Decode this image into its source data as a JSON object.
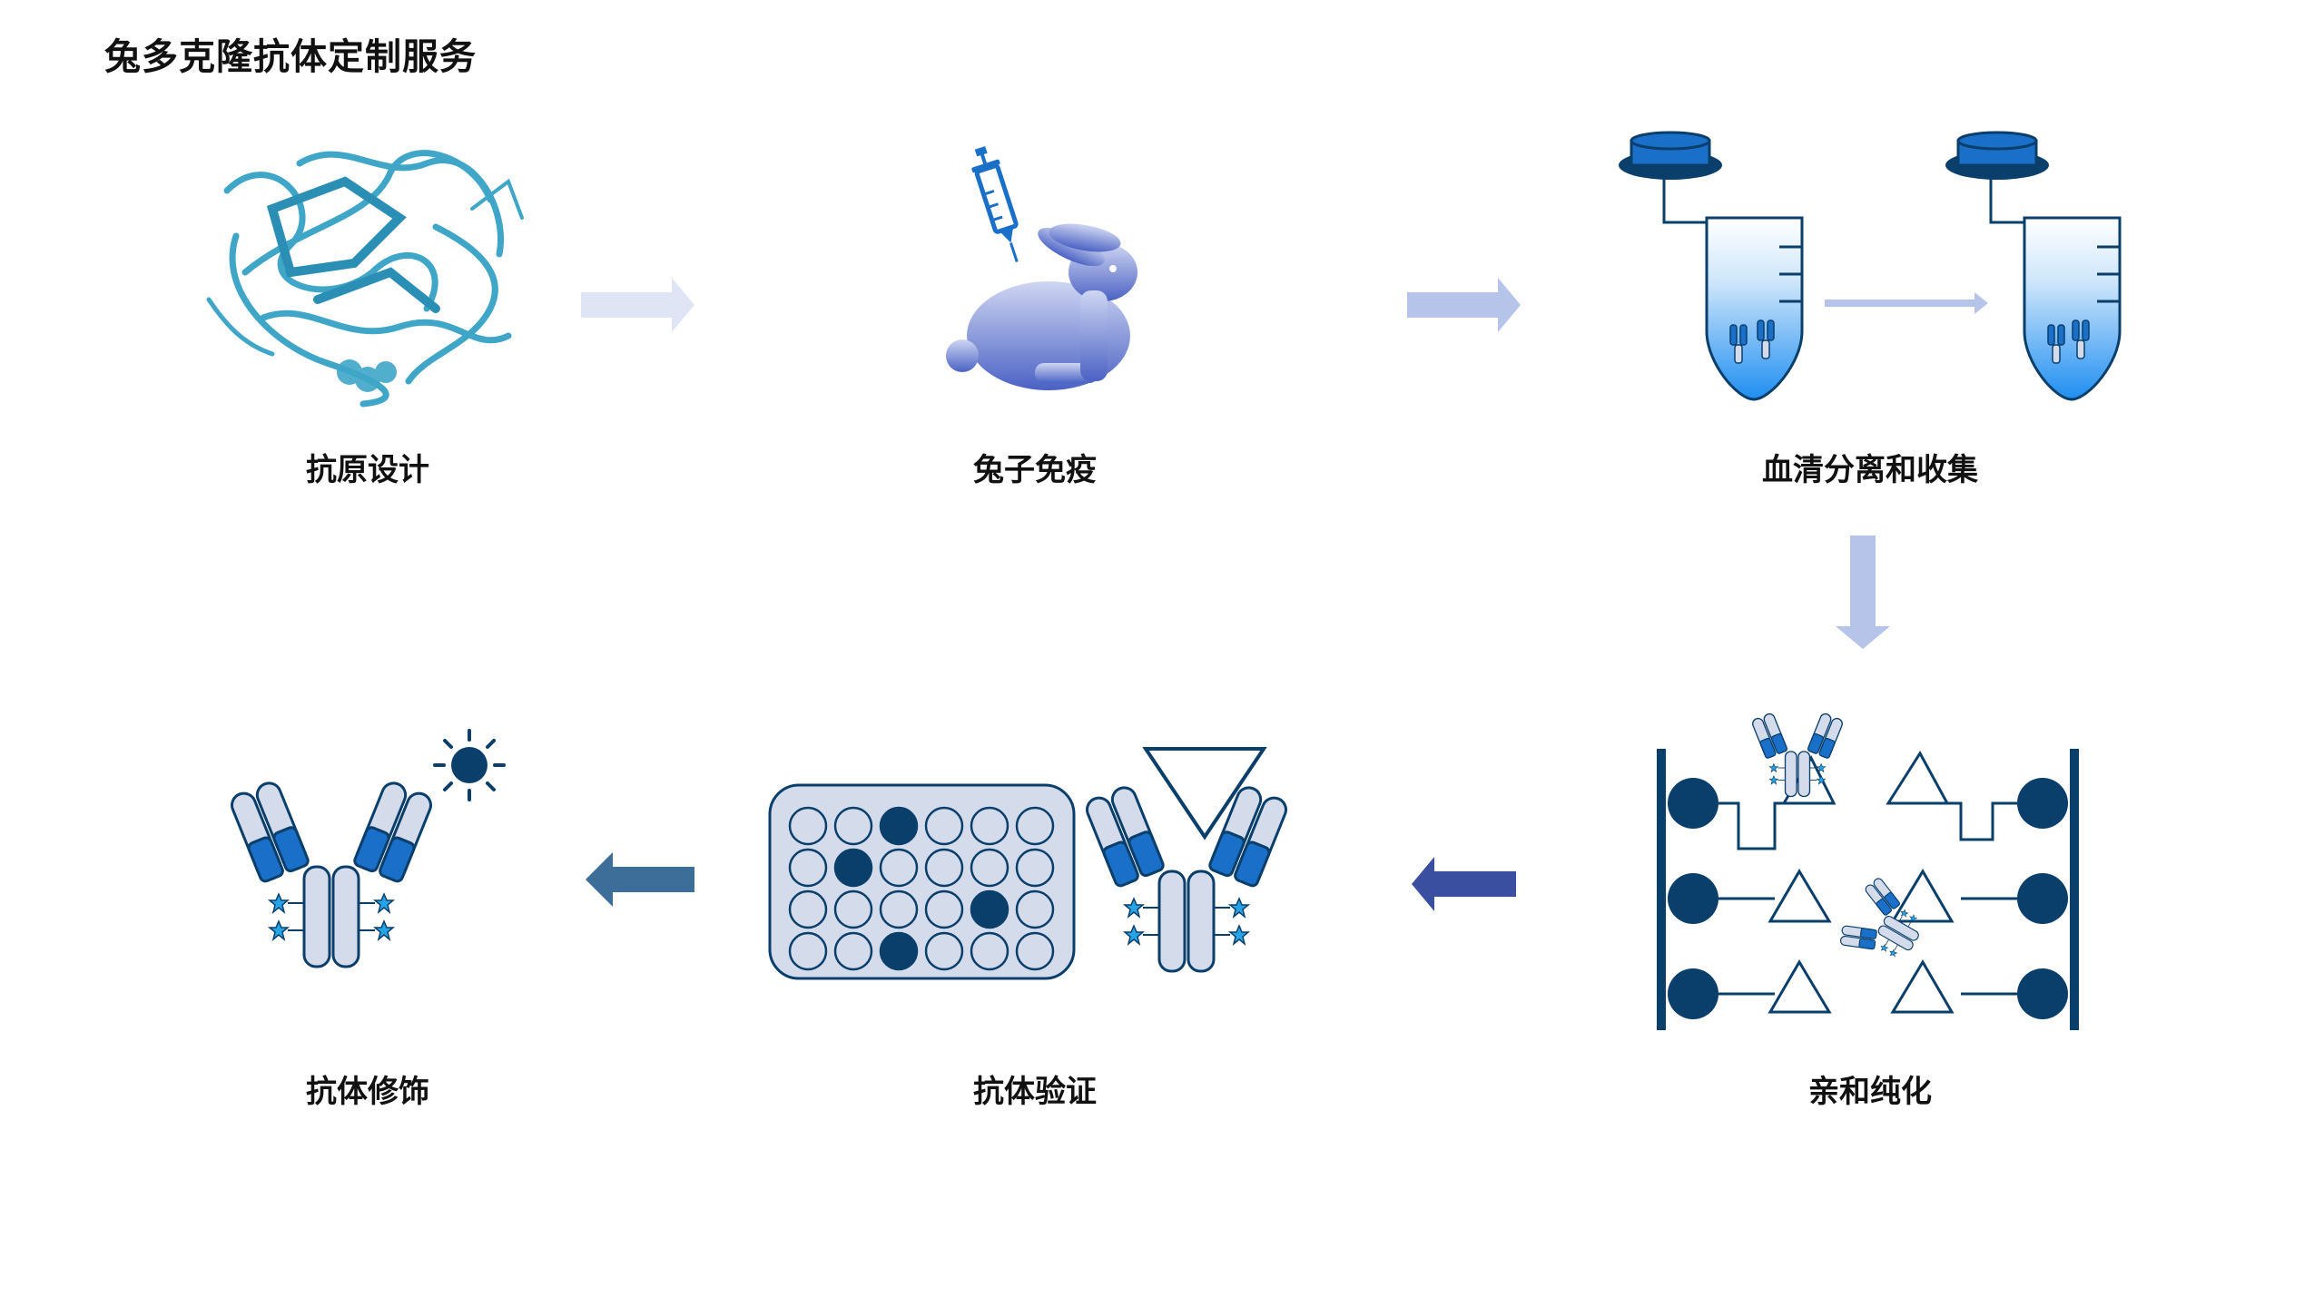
{
  "title": "兔多克隆抗体定制服务",
  "steps": [
    {
      "label": "抗原设计"
    },
    {
      "label": "兔子免疫"
    },
    {
      "label": "血清分离和收集"
    },
    {
      "label": "亲和纯化"
    },
    {
      "label": "抗体验证"
    },
    {
      "label": "抗体修饰"
    }
  ],
  "colors": {
    "dark_navy": "#0b3f6b",
    "blue": "#1a6fc8",
    "light_blue": "#d4dcec",
    "protein": "#3fa6c8",
    "arrow_light": "#dfe5f4",
    "arrow_mid": "#b7c4ea",
    "arrow_dark": "#3a4fa0",
    "arrow_steel": "#3d6d99"
  }
}
